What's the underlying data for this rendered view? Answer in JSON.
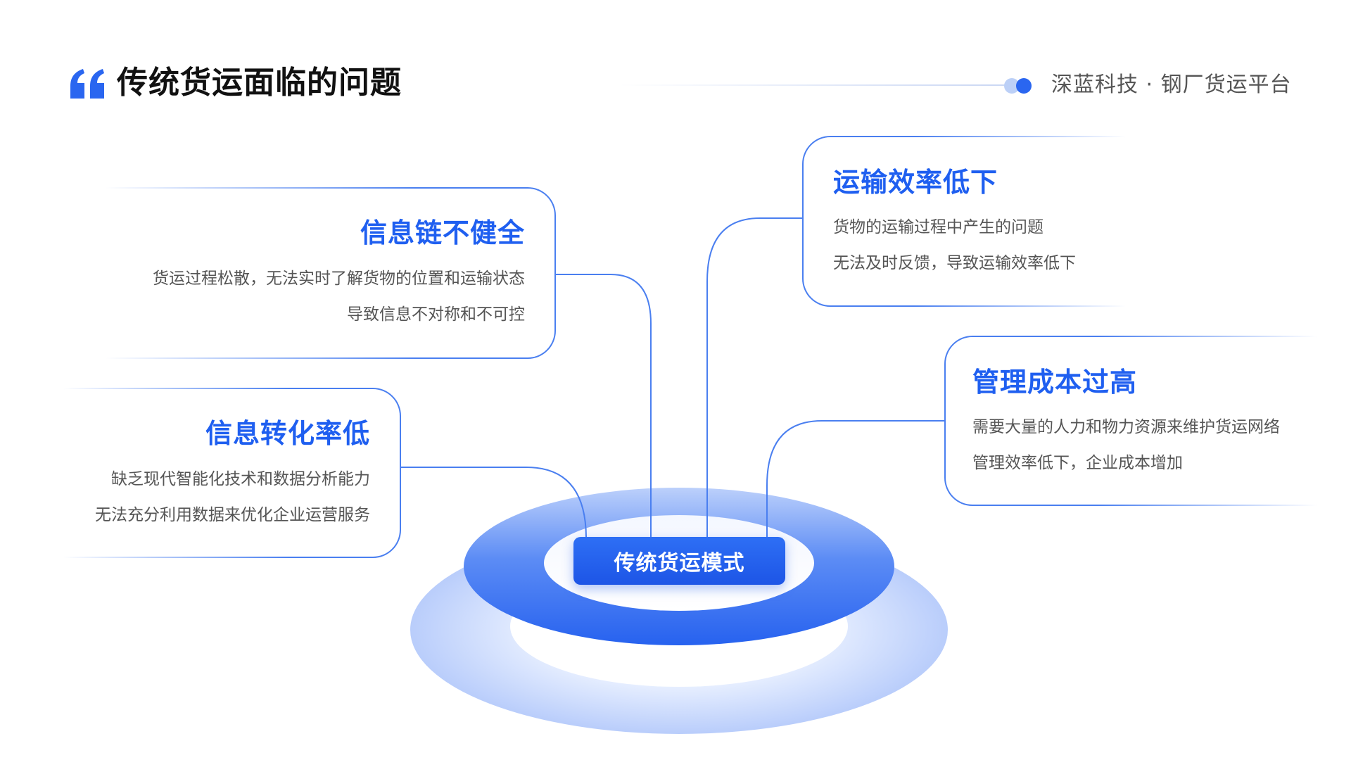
{
  "header": {
    "title": "传统货运面临的问题",
    "brand": "深蓝科技 · 钢厂货运平台"
  },
  "center": {
    "label": "传统货运模式"
  },
  "cards": [
    {
      "title": "信息链不健全",
      "lines": [
        "货运过程松散，无法实时了解货物的位置和运输状态",
        "导致信息不对称和不可控"
      ]
    },
    {
      "title": "信息转化率低",
      "lines": [
        "缺乏现代智能化技术和数据分析能力",
        "无法充分利用数据来优化企业运营服务"
      ]
    },
    {
      "title": "运输效率低下",
      "lines": [
        "货物的运输过程中产生的问题",
        "无法及时反馈，导致运输效率低下"
      ]
    },
    {
      "title": "管理成本过高",
      "lines": [
        "需要大量的人力和物力资源来维护货运网络",
        "管理效率低下，企业成本增加"
      ]
    }
  ],
  "colors": {
    "accent": "#1f5ff0",
    "ring_light": "#d6e3ff",
    "ring_dark": "#2f6cf2"
  }
}
